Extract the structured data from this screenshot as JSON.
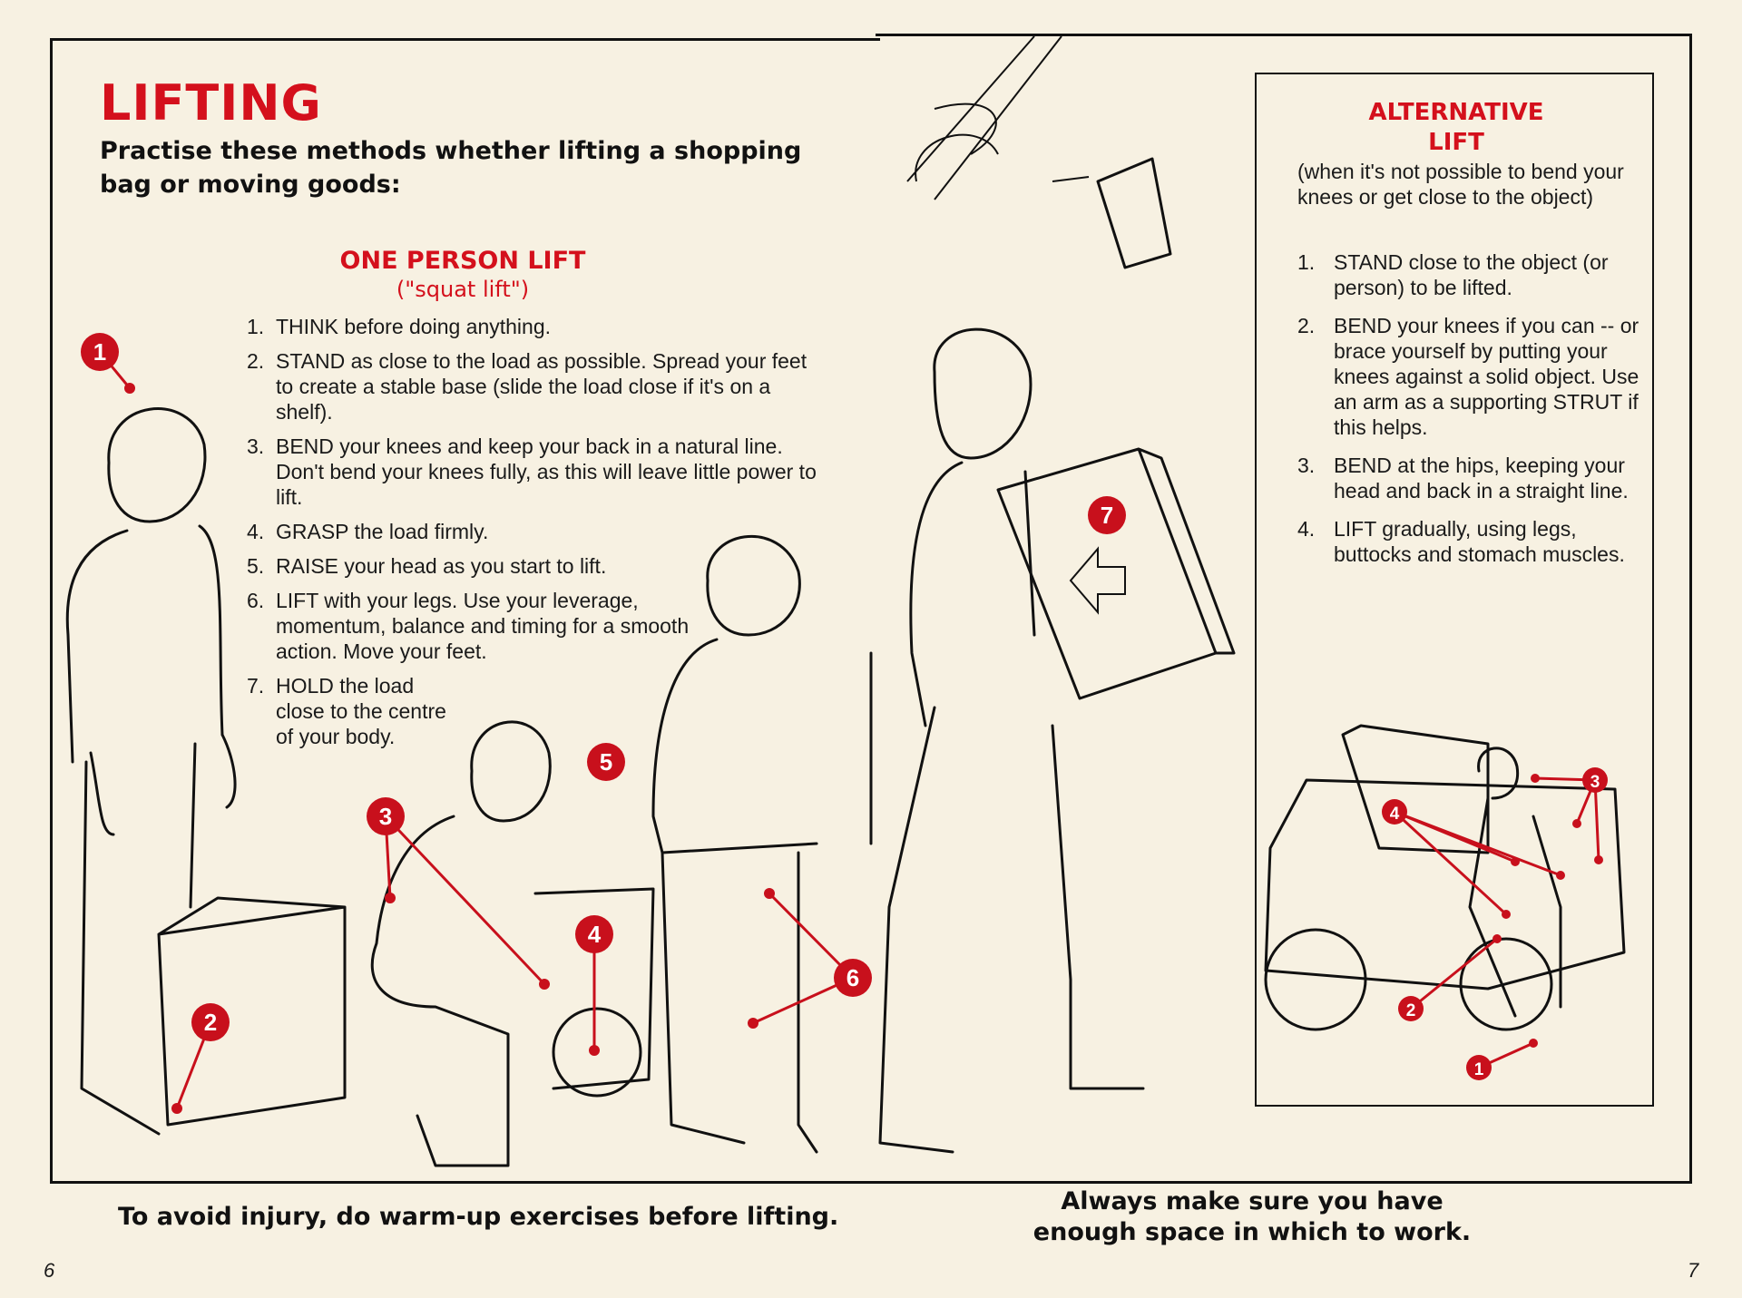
{
  "title": "LIFTING",
  "subtitle": "Practise these methods whether lifting a shopping bag or moving goods:",
  "one_person": {
    "title": "ONE PERSON LIFT",
    "subtitle": "(\"squat lift\")",
    "steps": [
      {
        "num": "1.",
        "text": "THINK before doing anything."
      },
      {
        "num": "2.",
        "text": "STAND as close to the load as possible. Spread your feet to create a stable base (slide the load close if it's on a shelf)."
      },
      {
        "num": "3.",
        "text": "BEND your knees and keep your back in a natural line. Don't bend your knees fully, as this will leave little power to lift."
      },
      {
        "num": "4.",
        "text": "GRASP the load firmly."
      },
      {
        "num": "5.",
        "text": "RAISE your head as you start to lift."
      },
      {
        "num": "6.",
        "text": "LIFT with your legs. Use your leverage, momentum, balance and timing for a smooth action. Move your feet."
      },
      {
        "num": "7.",
        "text": "HOLD the load close to the centre of your body."
      }
    ]
  },
  "alternative": {
    "title_line1": "ALTERNATIVE",
    "title_line2": "LIFT",
    "intro": "(when it's not possible to bend your knees or get close to the object)",
    "steps": [
      {
        "num": "1.",
        "text": "STAND close to the object (or person) to be lifted."
      },
      {
        "num": "2.",
        "text": "BEND your knees if you can -- or brace yourself by putting your knees against a solid object. Use an arm as a supporting STRUT if this helps."
      },
      {
        "num": "3.",
        "text": "BEND at the hips, keeping your head and back in a straight line."
      },
      {
        "num": "4.",
        "text": "LIFT gradually, using legs, buttocks and stomach muscles."
      }
    ]
  },
  "badges": {
    "b1": "1",
    "b2": "2",
    "b3": "3",
    "b4": "4",
    "b5": "5",
    "b6": "6",
    "b7": "7"
  },
  "captions": {
    "left": "To avoid injury, do warm-up exercises before lifting.",
    "right": "Always make sure you have enough space in which to work."
  },
  "page_numbers": {
    "left": "6",
    "right": "7"
  },
  "colors": {
    "accent_red": "#d4101c",
    "paper": "#f7f1e2",
    "ink": "#111111"
  }
}
